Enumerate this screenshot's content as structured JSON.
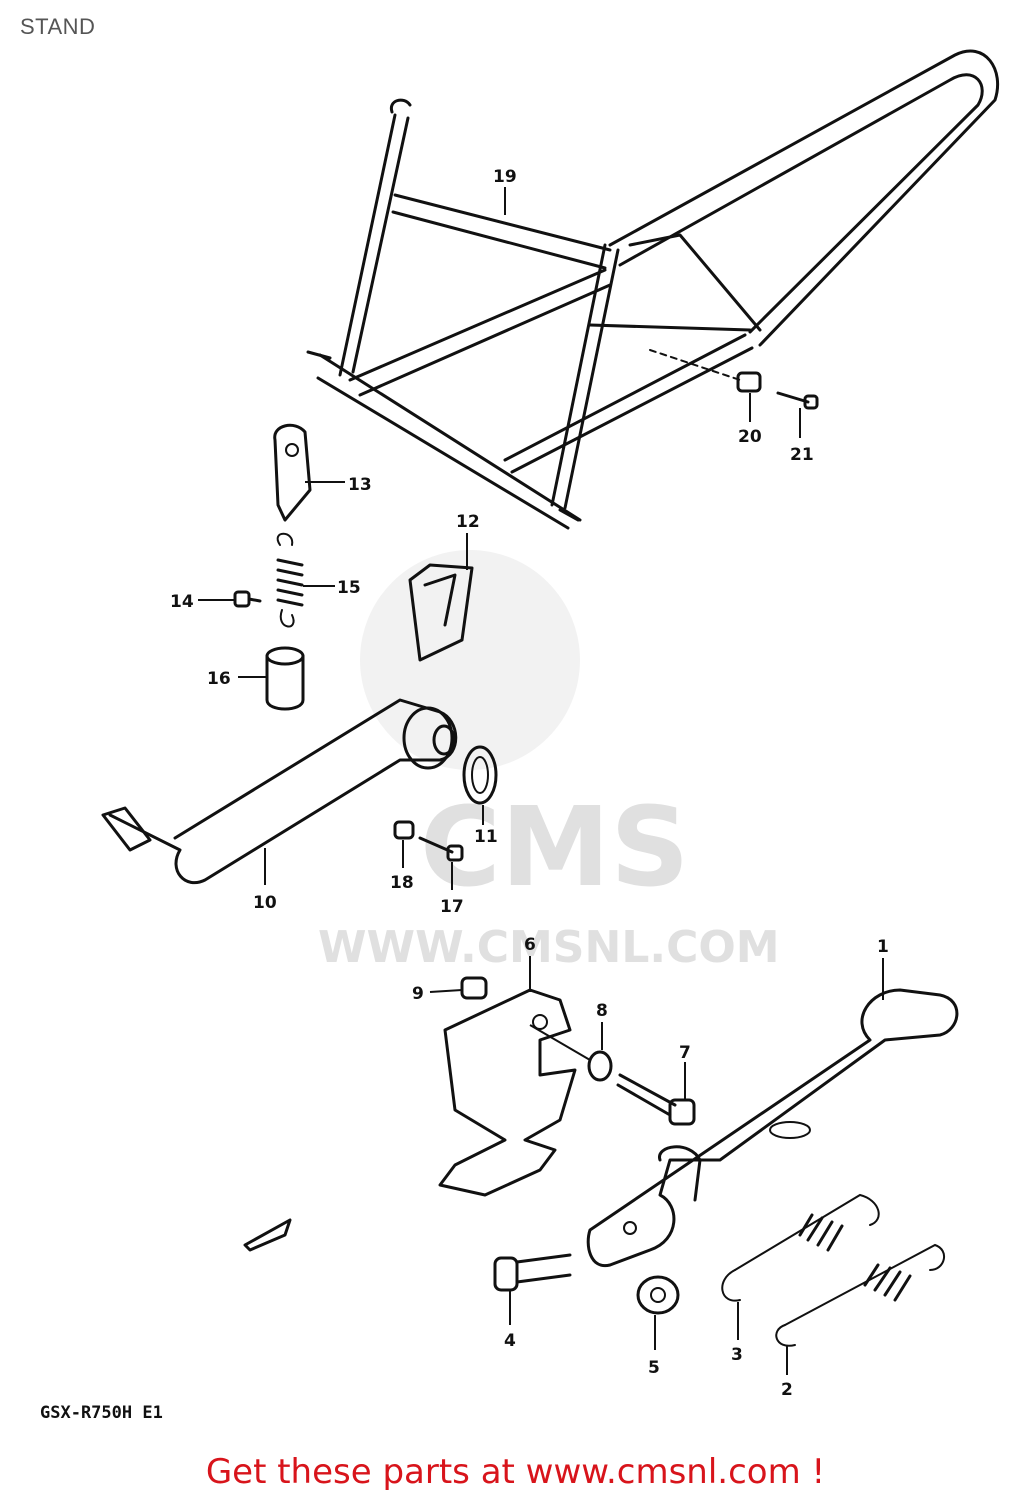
{
  "page": {
    "title": "STAND"
  },
  "diagram": {
    "model": "GSX-R750H E1",
    "watermark": {
      "brand": "CMS",
      "site": "WWW.CMSNL.COM"
    },
    "labels": [
      {
        "id": "1",
        "text": "1"
      },
      {
        "id": "2",
        "text": "2"
      },
      {
        "id": "3",
        "text": "3"
      },
      {
        "id": "4",
        "text": "4"
      },
      {
        "id": "5",
        "text": "5"
      },
      {
        "id": "6",
        "text": "6"
      },
      {
        "id": "7",
        "text": "7"
      },
      {
        "id": "8",
        "text": "8"
      },
      {
        "id": "9",
        "text": "9"
      },
      {
        "id": "10",
        "text": "10"
      },
      {
        "id": "11",
        "text": "11"
      },
      {
        "id": "12",
        "text": "12"
      },
      {
        "id": "13",
        "text": "13"
      },
      {
        "id": "14",
        "text": "14"
      },
      {
        "id": "15",
        "text": "15"
      },
      {
        "id": "16",
        "text": "16"
      },
      {
        "id": "17",
        "text": "17"
      },
      {
        "id": "18",
        "text": "18"
      },
      {
        "id": "19",
        "text": "19"
      },
      {
        "id": "20",
        "text": "20"
      },
      {
        "id": "21",
        "text": "21"
      }
    ]
  },
  "footer": {
    "link_text": "Get these parts at www.cmsnl.com !",
    "color": "#d8141b"
  }
}
